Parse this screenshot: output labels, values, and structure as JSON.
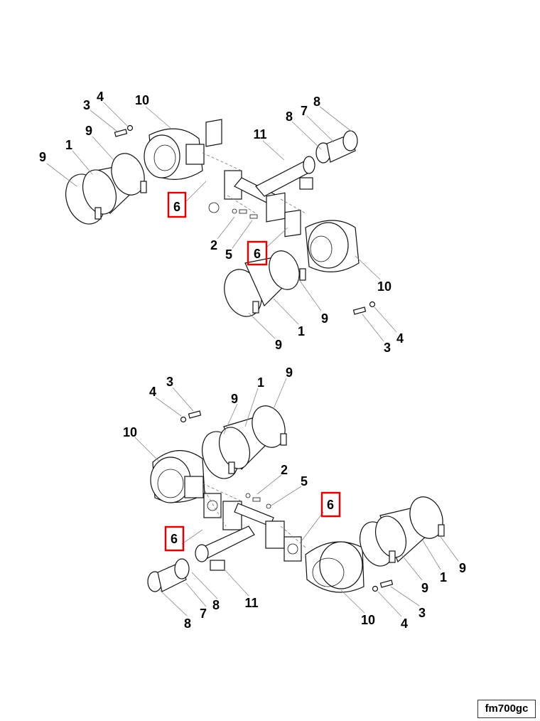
{
  "diagram_code": "fm700gc",
  "highlight_color": "#e00000",
  "top_assembly": {
    "callouts": [
      "4",
      "3",
      "10",
      "9",
      "1",
      "9",
      "11",
      "8",
      "7",
      "8",
      "6",
      "2",
      "5",
      "6",
      "10",
      "9",
      "1",
      "9",
      "3",
      "4"
    ]
  },
  "bottom_assembly": {
    "callouts": [
      "3",
      "4",
      "1",
      "9",
      "9",
      "10",
      "2",
      "5",
      "6",
      "6",
      "11",
      "7",
      "8",
      "8",
      "10",
      "4",
      "3",
      "9",
      "1",
      "9"
    ]
  }
}
